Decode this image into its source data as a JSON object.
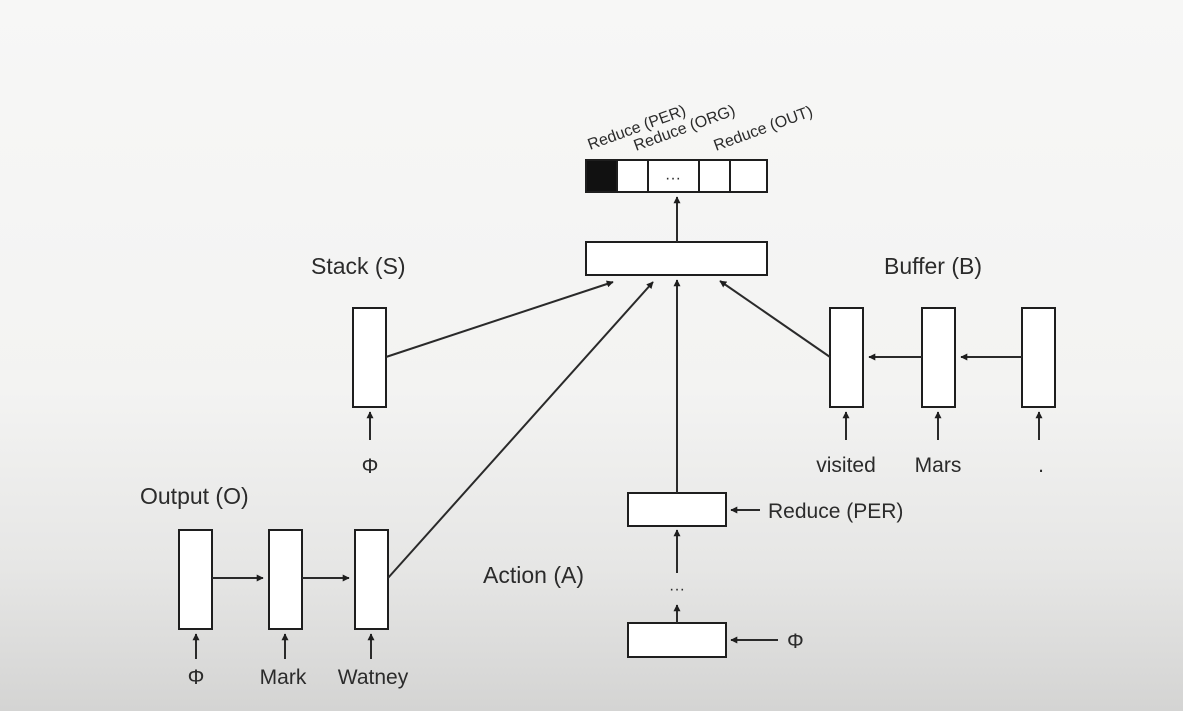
{
  "labels": {
    "stack": "Stack (S)",
    "buffer": "Buffer (B)",
    "output": "Output (O)",
    "action": "Action (A)"
  },
  "output_vocab": [
    "Reduce (PER)",
    "Reduce (ORG)",
    "Reduce (OUT)"
  ],
  "vocab_ellipsis": "···",
  "stack_token": "Φ",
  "buffer_tokens": [
    "visited",
    "Mars",
    "."
  ],
  "output_tokens": [
    "Φ",
    "Mark",
    "Watney"
  ],
  "action_inputs": [
    "Reduce (PER)",
    "Φ"
  ],
  "action_ellipsis": "···",
  "colors": {
    "line": "#2a2a2a",
    "filled_cell": "#111111",
    "text": "#2b2b2b"
  }
}
